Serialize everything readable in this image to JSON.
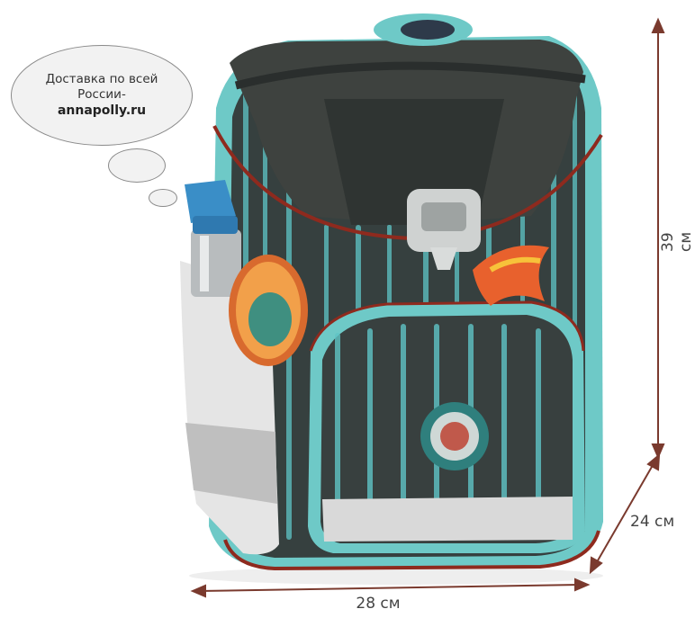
{
  "bubble": {
    "line1": "Доставка по всей",
    "line2": "России-",
    "link": "annapolly.ru"
  },
  "dimensions": {
    "height": "39 см",
    "depth": "24 см",
    "width": "28 см"
  },
  "colors": {
    "arrow": "#7a3a2e",
    "teal": "#6ec9c7",
    "dark": "#3b3f3e",
    "strap": "#5fb8b8",
    "reflector": "#d9d9d9",
    "piping": "#8e2a1e"
  }
}
